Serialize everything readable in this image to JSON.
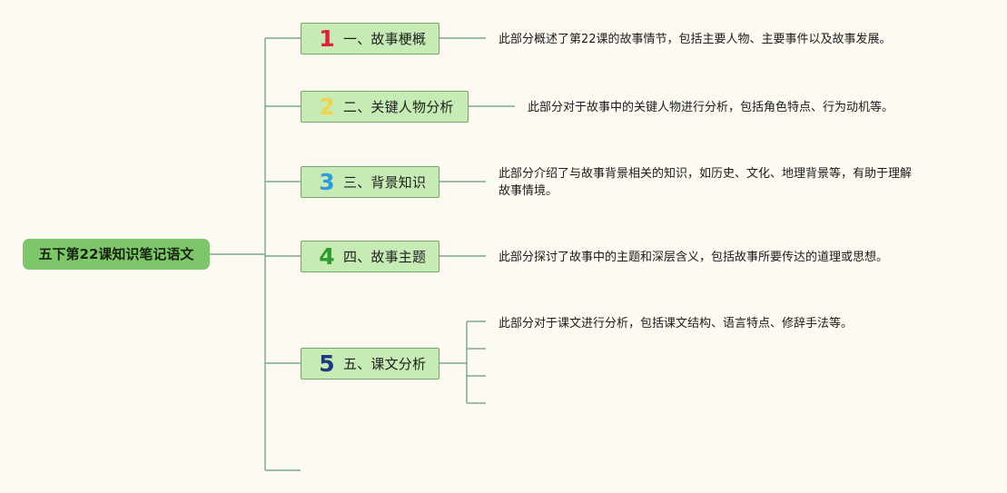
{
  "root": {
    "title": "五下第22课知识笔记语文"
  },
  "branches": [
    {
      "number": "1",
      "number_color": "#d62631",
      "label": "一、故事梗概",
      "desc_lines": [
        "此部分概述了第22课的故事情节，包括主要人物、主要事件以及故事发展。"
      ]
    },
    {
      "number": "2",
      "number_color": "#f2d24b",
      "label": "二、关键人物分析",
      "desc_lines": [
        "此部分对于故事中的关键人物进行分析，包括角色特点、行为动机等。"
      ]
    },
    {
      "number": "3",
      "number_color": "#2d9be0",
      "label": "三、背景知识",
      "desc_lines": [
        "此部分介绍了与故事背景相关的知识，如历史、文化、地理背景等，有助于理解",
        "故事情境。"
      ]
    },
    {
      "number": "4",
      "number_color": "#2e9b2e",
      "label": "四、故事主题",
      "desc_lines": [
        "此部分探讨了故事中的主题和深层含义，包括故事所要传达的道理或思想。"
      ]
    },
    {
      "number": "5",
      "number_color": "#1d3a7c",
      "label": "五、课文分析",
      "desc_lines": [
        "此部分对于课文进行分析，包括课文结构、语言特点、修辞手法等。"
      ]
    }
  ],
  "colors": {
    "background": "#fdfbf1",
    "root_fill": "#7dc66a",
    "branch_fill": "#c6ebb4",
    "branch_border": "#73a862",
    "connector": "#5f9a7a"
  }
}
